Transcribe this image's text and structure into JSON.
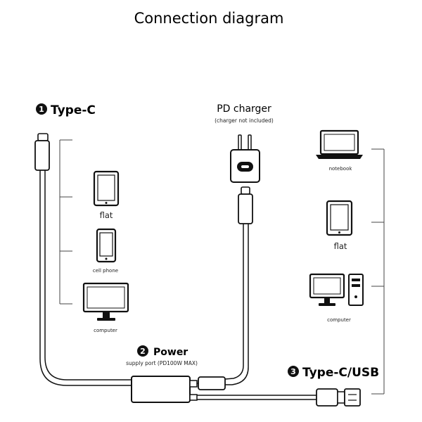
{
  "title": "Connection diagram",
  "ports": {
    "type_c": {
      "number": "1",
      "label": "Type-C"
    },
    "power": {
      "number": "2",
      "label": "Power",
      "note": "supply port (PD100W MAX)"
    },
    "type_c_usb": {
      "number": "3",
      "label": "Type-C/USB"
    }
  },
  "charger": {
    "label": "PD charger",
    "note": "(charger not included)"
  },
  "left_devices": [
    {
      "label": "flat",
      "icon": "tablet-icon"
    },
    {
      "label": "cell phone",
      "icon": "phone-icon"
    },
    {
      "label": "computer",
      "icon": "monitor-icon"
    }
  ],
  "right_devices": [
    {
      "label": "notebook",
      "icon": "laptop-icon"
    },
    {
      "label": "flat",
      "icon": "tablet-icon"
    },
    {
      "label": "computer",
      "icon": "desktop-computer-icon"
    }
  ]
}
